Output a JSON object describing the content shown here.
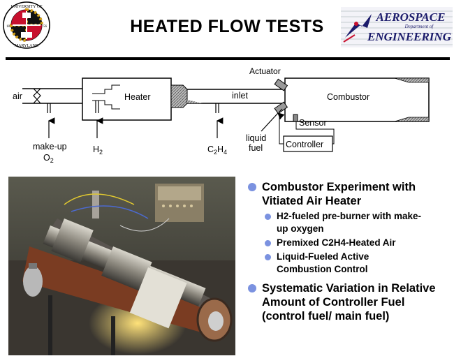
{
  "header": {
    "title": "HEATED FLOW TESTS",
    "university_logo": {
      "top_text": "UNIVERSITY OF",
      "bottom_text": "MARYLAND",
      "year_left": "18",
      "year_right": "56"
    },
    "dept_logo": {
      "line1": "AEROSPACE",
      "line2": "Department of",
      "line3": "ENGINEERING"
    }
  },
  "diagram": {
    "labels": {
      "air": "air",
      "heater": "Heater",
      "inlet": "inlet",
      "combustor": "Combustor",
      "actuator": "Actuator",
      "sensor": "Sensor",
      "controller": "Controller",
      "makeup_line1": "make-up",
      "makeup_line2": "O",
      "makeup_sub": "2",
      "h2": "H",
      "h2_sub": "2",
      "c2h4_c": "C",
      "c2h4_sub1": "2",
      "c2h4_h": "H",
      "c2h4_sub2": "4",
      "liquid_line1": "liquid",
      "liquid_line2": "fuel"
    }
  },
  "photo": {
    "description_icon": "test-rig-photo"
  },
  "bullets": [
    {
      "level": 1,
      "text_lines": [
        "Combustor Experiment with",
        "Vitiated Air Heater"
      ]
    },
    {
      "level": 2,
      "text_lines": [
        "H2-fueled pre-burner with make-",
        "up oxygen"
      ]
    },
    {
      "level": 2,
      "text_lines": [
        "Premixed C2H4-Heated Air"
      ]
    },
    {
      "level": 2,
      "text_lines": [
        "Liquid-Fueled Active",
        "Combustion Control"
      ]
    },
    {
      "level": 1,
      "text_lines": [
        "Systematic Variation in Relative",
        "Amount of Controller Fuel",
        "(control fuel/ main fuel)"
      ]
    }
  ]
}
